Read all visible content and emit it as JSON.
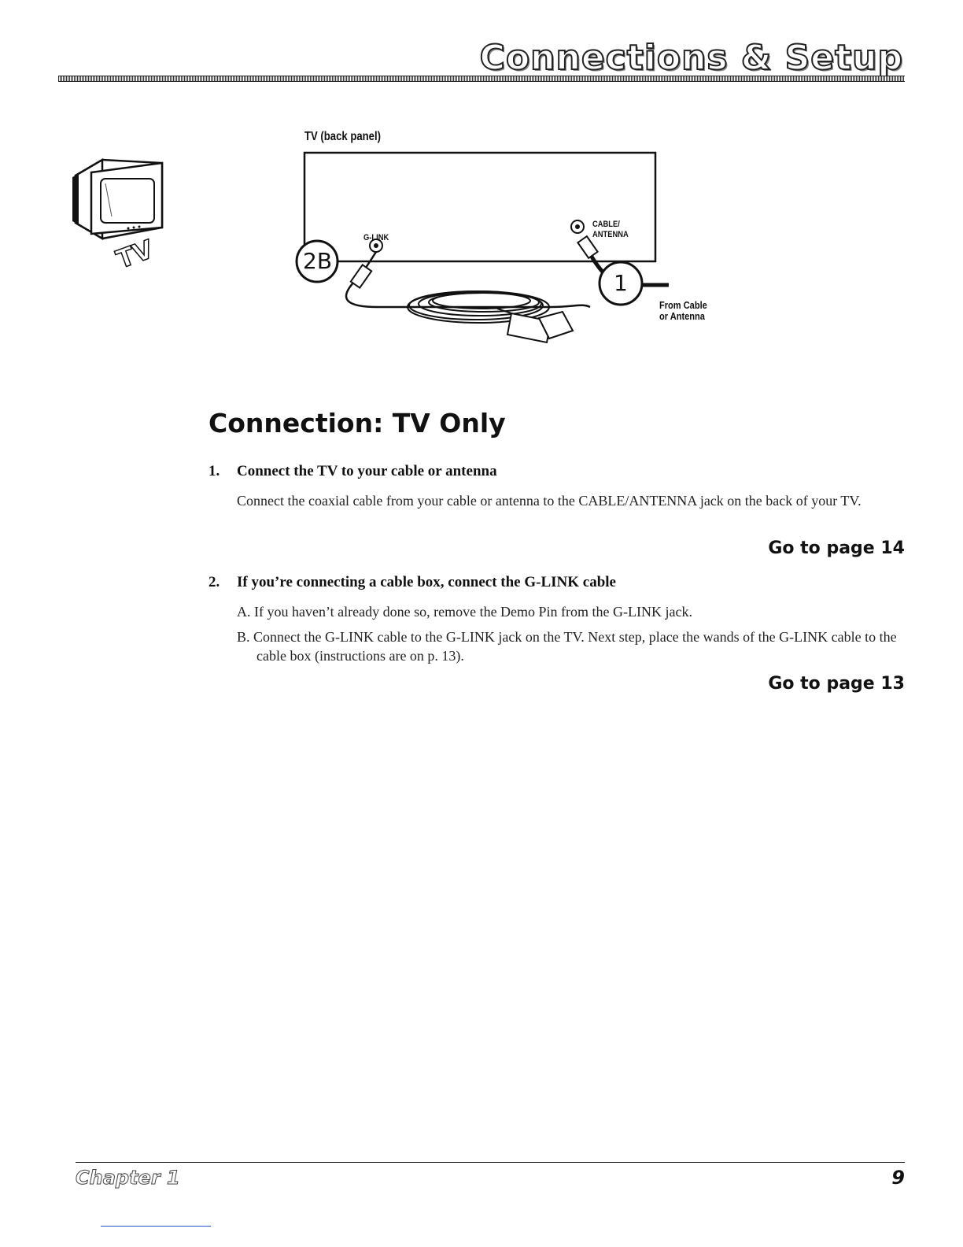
{
  "header": {
    "title": "Connections & Setup"
  },
  "tv_icon": {
    "label": "TV"
  },
  "diagram": {
    "caption": "TV (back panel)",
    "glink_label": "G-LINK",
    "cable_antenna_label_1": "CABLE/",
    "cable_antenna_label_2": "ANTENNA",
    "from_cable_1": "From Cable",
    "from_cable_2": "or Antenna",
    "callout_2b": "2B",
    "callout_1": "1"
  },
  "section": {
    "heading": "Connection: TV Only",
    "steps": [
      {
        "number": "1.",
        "title": "Connect the TV to your cable or antenna",
        "body": "Connect the coaxial cable from your cable or antenna to the CABLE/ANTENNA jack on the back of your TV.",
        "goto": "Go to page 14"
      },
      {
        "number": "2.",
        "title": "If you’re connecting a cable box, connect the G-LINK cable",
        "items": [
          "A. If you haven’t already done so, remove the Demo Pin from the G-LINK jack.",
          "B. Connect the G-LINK cable to the G-LINK jack on the TV. Next step, place the wands of the G-LINK cable to the cable box (instructions are on p. 13)."
        ],
        "goto": "Go to page 13"
      }
    ]
  },
  "footer": {
    "chapter": "Chapter 1",
    "page": "9"
  }
}
